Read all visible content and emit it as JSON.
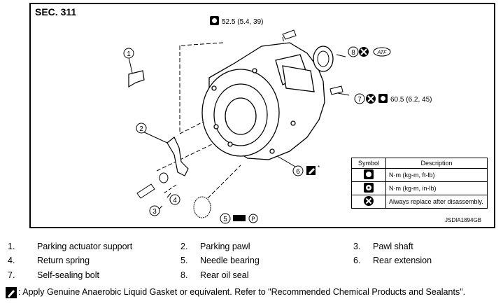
{
  "section": "SEC. 311",
  "diagram_code": "JSDIA1894GB",
  "callouts": {
    "c1": "1",
    "c2": "2",
    "c3": "3",
    "c4": "4",
    "c5": "5",
    "c6": "6",
    "c7": "7",
    "c8": "8"
  },
  "torque_top": "52.5 (5.4, 39)",
  "torque_7": "60.5 (6.2, 45)",
  "atf_label": "ATF",
  "symbol_table": {
    "header_symbol": "Symbol",
    "header_description": "Description",
    "rows": [
      {
        "icon": "torque-wrench-icon",
        "description": "N·m (kg-m, ft-lb)"
      },
      {
        "icon": "torque-wrench-small-icon",
        "description": "N·m (kg-m, in-lb)"
      },
      {
        "icon": "always-replace-icon",
        "description": "Always replace after disassembly."
      }
    ]
  },
  "legend": [
    {
      "num": "1.",
      "label": "Parking actuator support"
    },
    {
      "num": "2.",
      "label": "Parking pawl"
    },
    {
      "num": "3.",
      "label": "Pawl shaft"
    },
    {
      "num": "4.",
      "label": "Return spring"
    },
    {
      "num": "5.",
      "label": "Needle bearing"
    },
    {
      "num": "6.",
      "label": "Rear extension"
    },
    {
      "num": "7.",
      "label": "Self-sealing bolt"
    },
    {
      "num": "8.",
      "label": "Rear oil seal"
    }
  ],
  "footnote": ": Apply Genuine Anaerobic Liquid Gasket or equivalent. Refer to \"Recommended Chemical Products and Sealants\"."
}
